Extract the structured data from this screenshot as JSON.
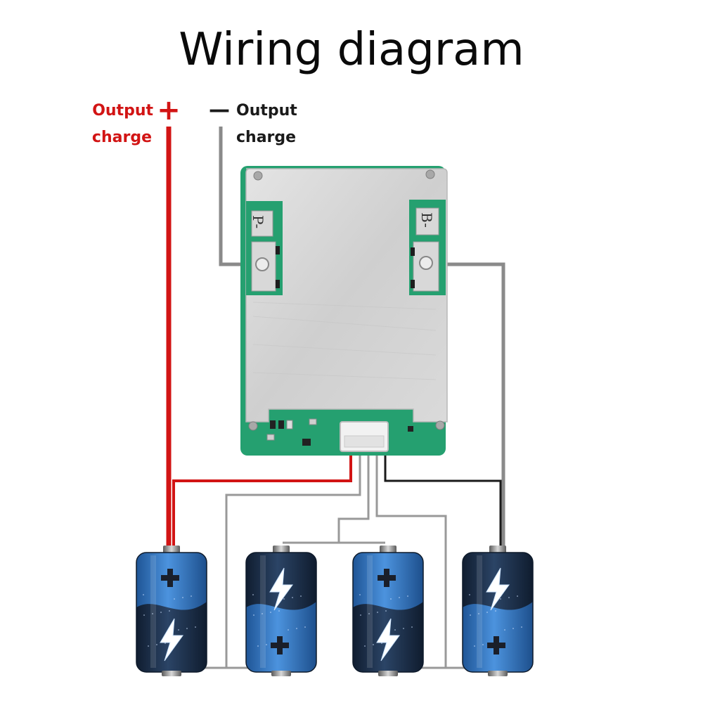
{
  "title": "Wiring diagram",
  "labels": {
    "positive_line1": "Output",
    "positive_line2": "charge",
    "positive_symbol": "+",
    "negative_symbol": "—",
    "negative_line1": "Output",
    "negative_line2": "charge"
  },
  "board": {
    "left_pad": "P-",
    "right_pad": "B-"
  },
  "colors": {
    "positive_wire": "#d21414",
    "negative_wire": "#8a8a8a",
    "balance_wire_dark": "#1a1a1a",
    "battery_blue": "#2e73c2",
    "battery_dark": "#1d2f4a",
    "pcb_green": "#25a070"
  },
  "batteries": [
    {
      "id": 1,
      "top_terminal": "positive",
      "top_icon": "plus-icon",
      "bottom_icon": "lightning-icon"
    },
    {
      "id": 2,
      "top_terminal": "negative",
      "top_icon": "lightning-icon",
      "bottom_icon": "plus-icon"
    },
    {
      "id": 3,
      "top_terminal": "positive",
      "top_icon": "plus-icon",
      "bottom_icon": "lightning-icon"
    },
    {
      "id": 4,
      "top_terminal": "negative",
      "top_icon": "lightning-icon",
      "bottom_icon": "plus-icon"
    }
  ]
}
